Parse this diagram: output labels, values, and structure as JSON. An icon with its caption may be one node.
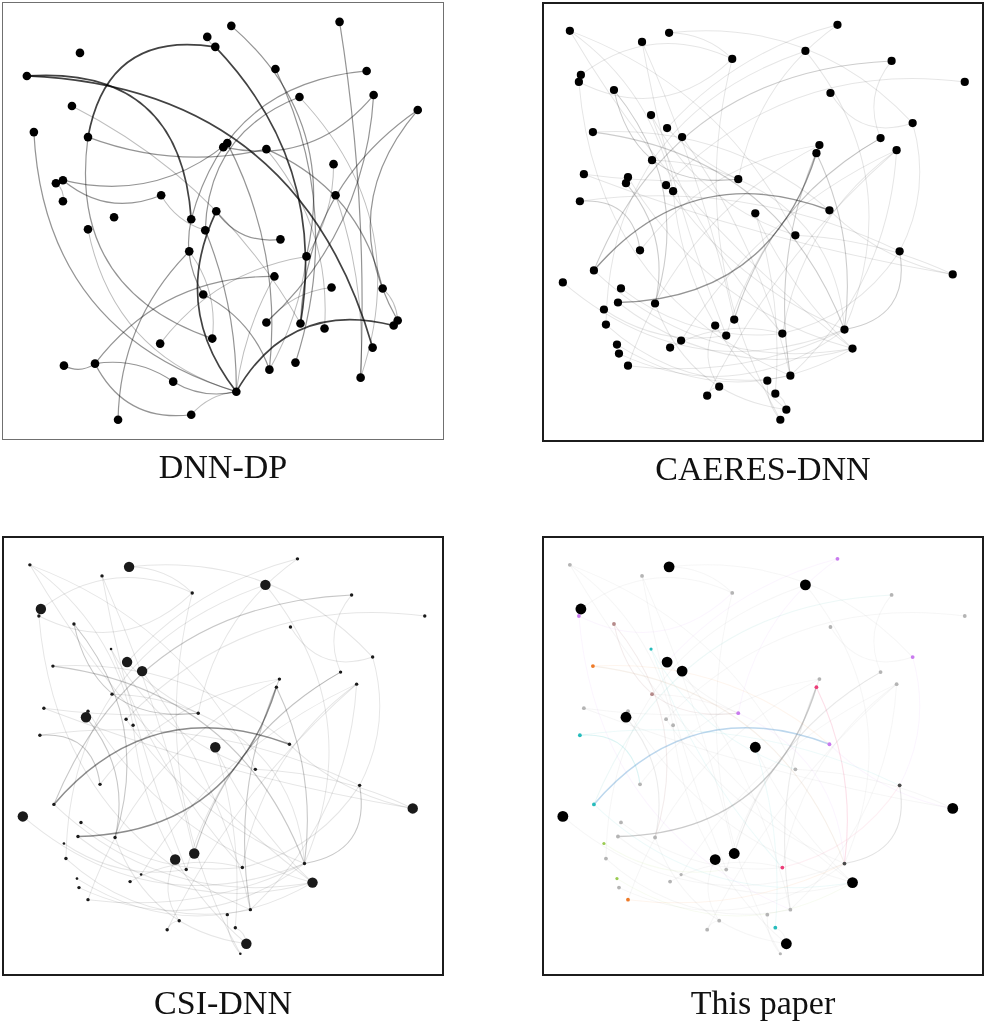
{
  "diagram": {
    "nodes": [
      {
        "text": [],
        "shape": "picture",
        "beside": [
          "DNN-DP"
        ]
      },
      {
        "text": [],
        "shape": "picture",
        "beside": [
          "CAERES-DNN"
        ]
      },
      {
        "text": [],
        "shape": "picture",
        "beside": [
          "CSI-DNN"
        ]
      },
      {
        "text": [],
        "shape": "picture",
        "beside": [
          "This paper"
        ]
      }
    ]
  }
}
